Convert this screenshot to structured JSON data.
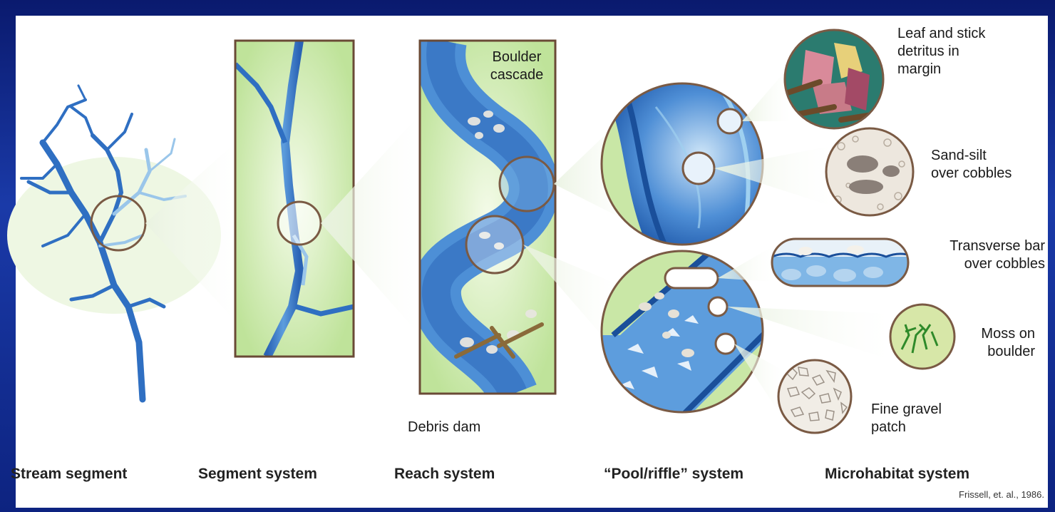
{
  "labels": {
    "boulder_cascade": [
      "Boulder",
      "cascade"
    ],
    "debris_dam": "Debris dam",
    "leaf_detritus": [
      "Leaf and stick",
      "detritus in",
      "margin"
    ],
    "sand_silt": [
      "Sand-silt",
      "over cobbles"
    ],
    "transverse_bar": [
      "Transverse bar",
      "over cobbles"
    ],
    "moss": [
      "Moss on",
      "boulder"
    ],
    "fine_gravel": [
      "Fine gravel",
      "patch"
    ]
  },
  "systems": {
    "stream_segment": "Stream segment",
    "segment_system": "Segment system",
    "reach_system": "Reach system",
    "pool_riffle": "“Pool/riffle” system",
    "microhabitat": "Microhabitat system"
  },
  "citation": "Frissell, et. al., 1986.",
  "colors": {
    "water_dark": "#2f6fc2",
    "water_light": "#8fc3ea",
    "bank_green": "#c9e7a6",
    "circle_outline": "#7a5a44",
    "background": "#0d2380"
  }
}
